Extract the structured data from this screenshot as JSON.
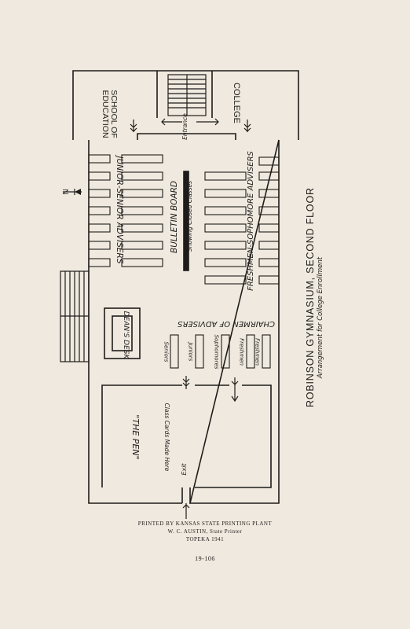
{
  "title": "ROBINSON GYMNASIUM,   SECOND FLOOR",
  "subtitle": "Arrangement for College Enrollment",
  "rooms": {
    "school_of_education": "SCHOOL OF EDUCATION",
    "college": "COLLEGE",
    "entrance": "Entrance",
    "exit": "Exit",
    "deans_desk": "DEAN'S DESK",
    "the_pen": "\"THE PEN\"",
    "the_pen_note": "Class Cards Made Here",
    "north": "N"
  },
  "labels": {
    "junior_senior": "JUNIOR-SENIOR ADVISERS",
    "bulletin_board": "BULLETIN BOARD",
    "bulletin_board_note": "Showing Closed Classes",
    "freshmen_sophomore": "FRESHMEN-SOPHOMORE ADVISERS",
    "chairmen": "CHAIRMEN OF ADVISERS"
  },
  "chairmen_tables": [
    "Seniors",
    "Juniors",
    "Sophomores",
    "Freshmen",
    "Freshmen"
  ],
  "footer": {
    "line1": "PRINTED BY KANSAS STATE PRINTING PLANT",
    "line2": "W. C. AUSTIN, State Printer",
    "line3": "TOPEKA  1941",
    "page_number": "19-106"
  }
}
